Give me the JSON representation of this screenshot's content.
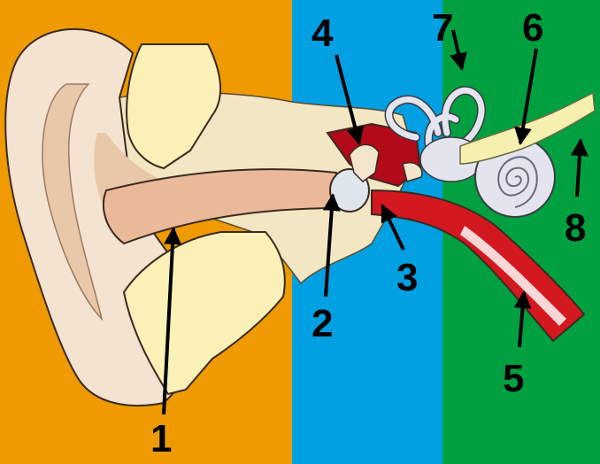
{
  "colors": {
    "outer_ear_bg": "#ee9a00",
    "middle_ear_bg": "#00a0e3",
    "inner_ear_bg": "#00a040",
    "skin": "#f4e3d0",
    "skin_shadow": "#e8c8a8",
    "cartilage": "#fbf1b8",
    "bone": "#f3e6c2",
    "canal_inner": "#eab99a",
    "eardrum": "#dfe6ee",
    "ossicles": "#b20a18",
    "eustachian_tube": "#d41820",
    "inner_ear_organs": "#e4e4ee",
    "nerve": "#f6f0b0"
  },
  "labels": [
    {
      "id": "1",
      "text": "1"
    },
    {
      "id": "2",
      "text": "2"
    },
    {
      "id": "3",
      "text": "3"
    },
    {
      "id": "4",
      "text": "4"
    },
    {
      "id": "5",
      "text": "5"
    },
    {
      "id": "6",
      "text": "6"
    },
    {
      "id": "7",
      "text": "7"
    },
    {
      "id": "8",
      "text": "8"
    }
  ]
}
